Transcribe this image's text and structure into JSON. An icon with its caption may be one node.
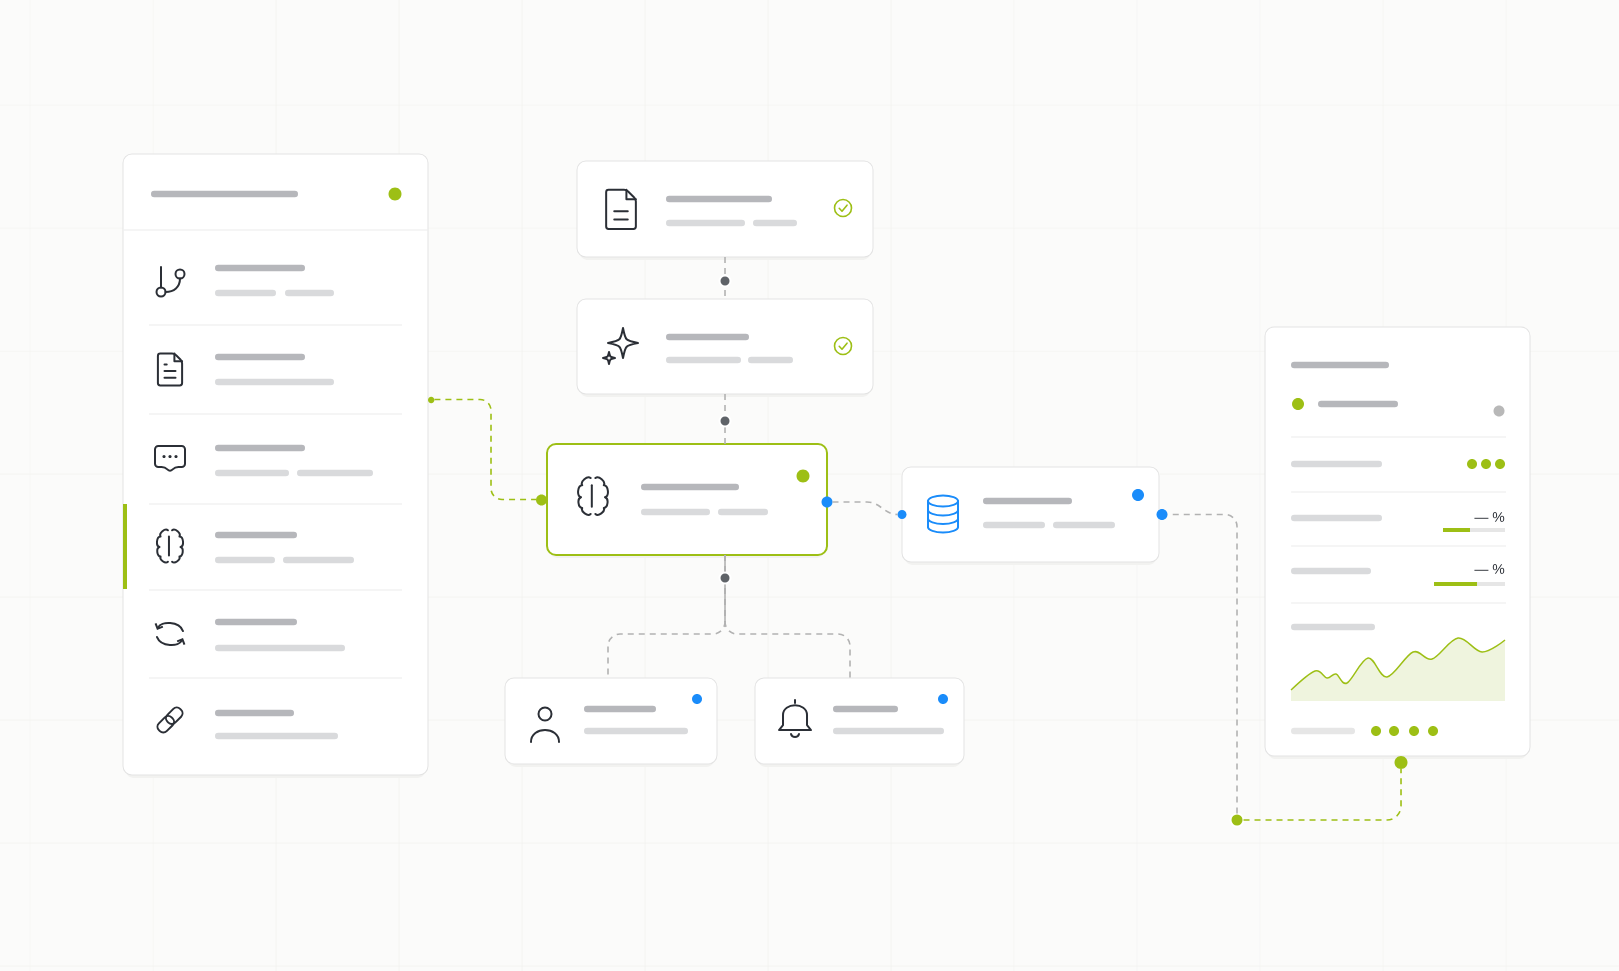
{
  "diagram": {
    "nodes": [
      {
        "text": [],
        "shape": "box"
      },
      {
        "text": [],
        "shape": "box"
      },
      {
        "text": [],
        "shape": "box"
      },
      {
        "text": [],
        "shape": "box"
      },
      {
        "text": [],
        "shape": "box"
      },
      {
        "text": [],
        "shape": "box"
      },
      {
        "text": [],
        "shape": "box"
      },
      {
        "text": [
          "— %",
          "— %"
        ]
      },
      {
        "text": [],
        "shape": "circle"
      }
    ],
    "edges": [
      {
        "from": 1,
        "to": 2,
        "arrow": "none",
        "style": "dashed"
      },
      {
        "from": 2,
        "to": 3,
        "arrow": "none",
        "style": "dashed"
      },
      {
        "from": 0,
        "to": 3,
        "arrow": "none",
        "style": "dashed",
        "color": "#9dbf15"
      },
      {
        "from": 3,
        "to": 4,
        "arrow": "none",
        "style": "dashed"
      },
      {
        "from": 3,
        "to": 5,
        "arrow": "none",
        "style": "dashed"
      },
      {
        "from": 3,
        "to": 6,
        "arrow": "none",
        "style": "dashed"
      },
      {
        "from": 4,
        "to": 8,
        "arrow": "none",
        "style": "dashed"
      },
      {
        "from": 8,
        "to": 7,
        "arrow": "none",
        "style": "dashed",
        "color": "#9dbf15"
      }
    ]
  }
}
